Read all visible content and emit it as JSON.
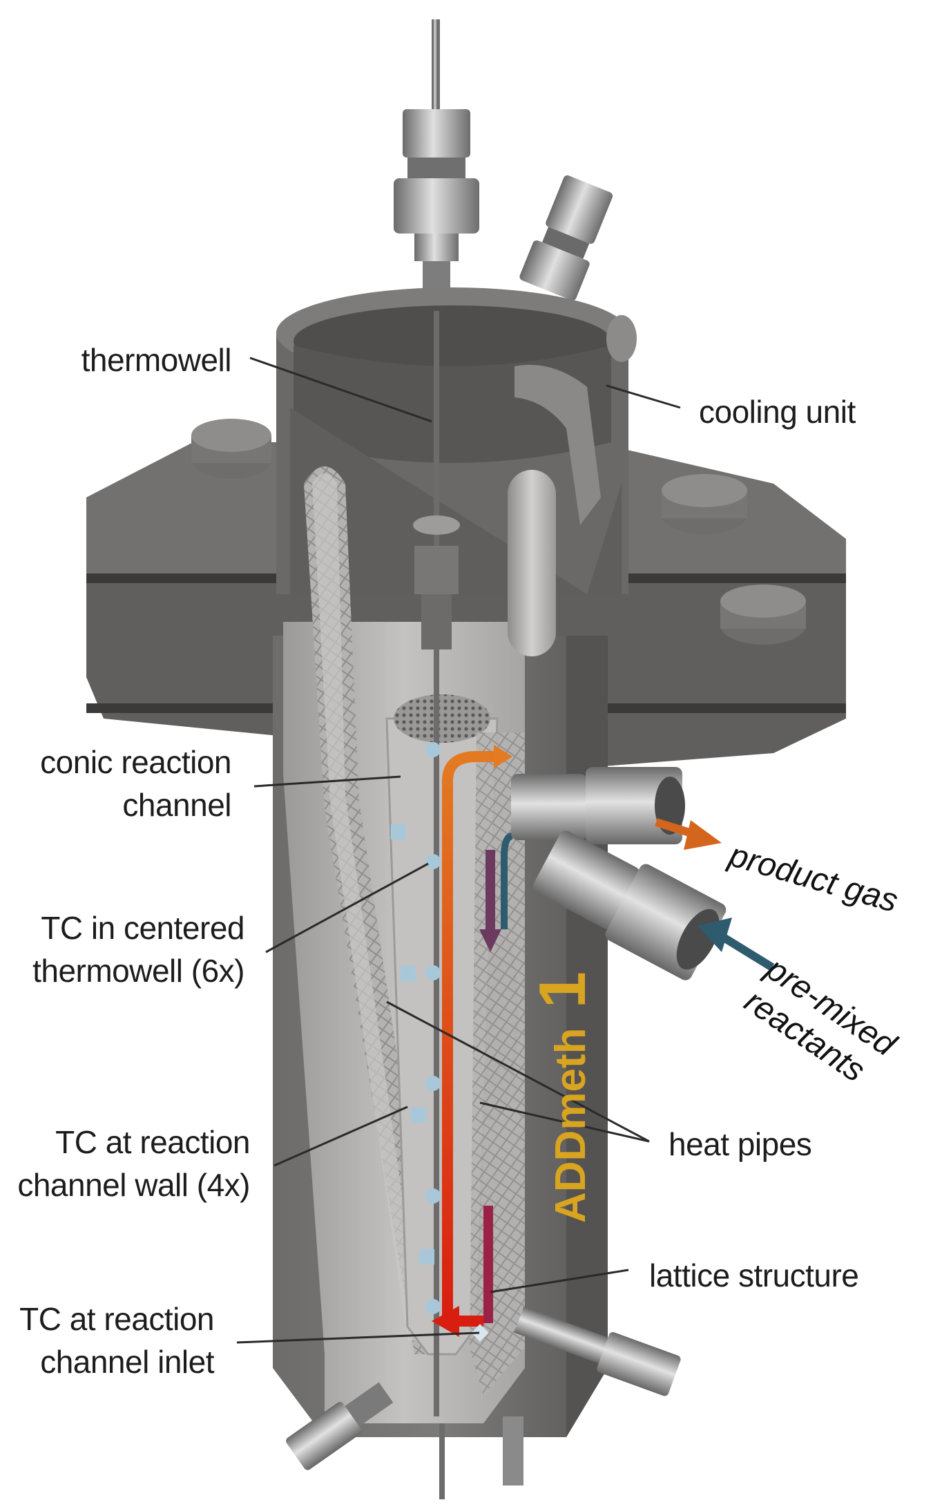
{
  "labels": {
    "thermowell": "thermowell",
    "cooling_unit": "cooling unit",
    "conic_channel": [
      "conic reaction",
      "channel"
    ],
    "tc_centered": [
      "TC in centered",
      "thermowell (6x)"
    ],
    "tc_wall": [
      "TC at reaction",
      "channel wall (4x)"
    ],
    "tc_inlet": [
      "TC at reaction",
      "channel inlet"
    ],
    "heat_pipes": "heat pipes",
    "lattice": "lattice structure",
    "product_gas": "product gas",
    "reactants": [
      "pre-mixed",
      "reactants"
    ]
  },
  "logo": {
    "text": "ADDmeth",
    "number": "1"
  },
  "colors": {
    "steel_dark": "#5e5d5c",
    "steel_mid": "#7a7978",
    "steel_light": "#bdbcba",
    "flow_hot": "#d62a12",
    "flow_warm": "#e3661f",
    "product_arrow": "#d4651c",
    "reactant_arrow": "#2f5b6e",
    "inner_flow": "#6b3a5e",
    "tc_marker": "#a8c8da",
    "logo": "#d9a420"
  }
}
